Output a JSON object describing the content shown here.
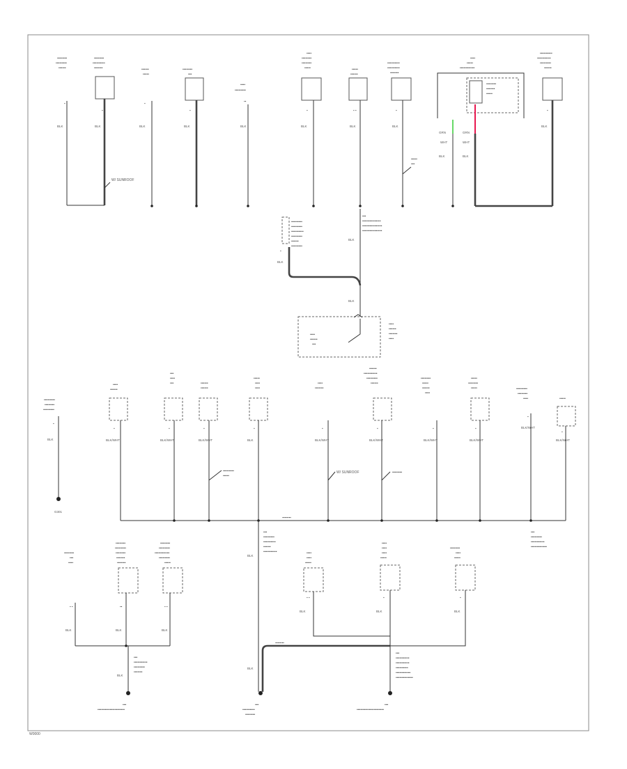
{
  "diagram": {
    "type": "ground distribution wiring diagram",
    "colors": {
      "wire": "#333333",
      "border": "#888888",
      "highlight_green": "#33cc33",
      "highlight_red": "#e8174f"
    },
    "wire_colors": [
      "BLK",
      "BLK/WHT",
      "GRN",
      "WHT"
    ],
    "labels": {
      "footer_code": "W0000",
      "splice_note": "W/ SUNROOF",
      "ground_point": "G301"
    }
  }
}
